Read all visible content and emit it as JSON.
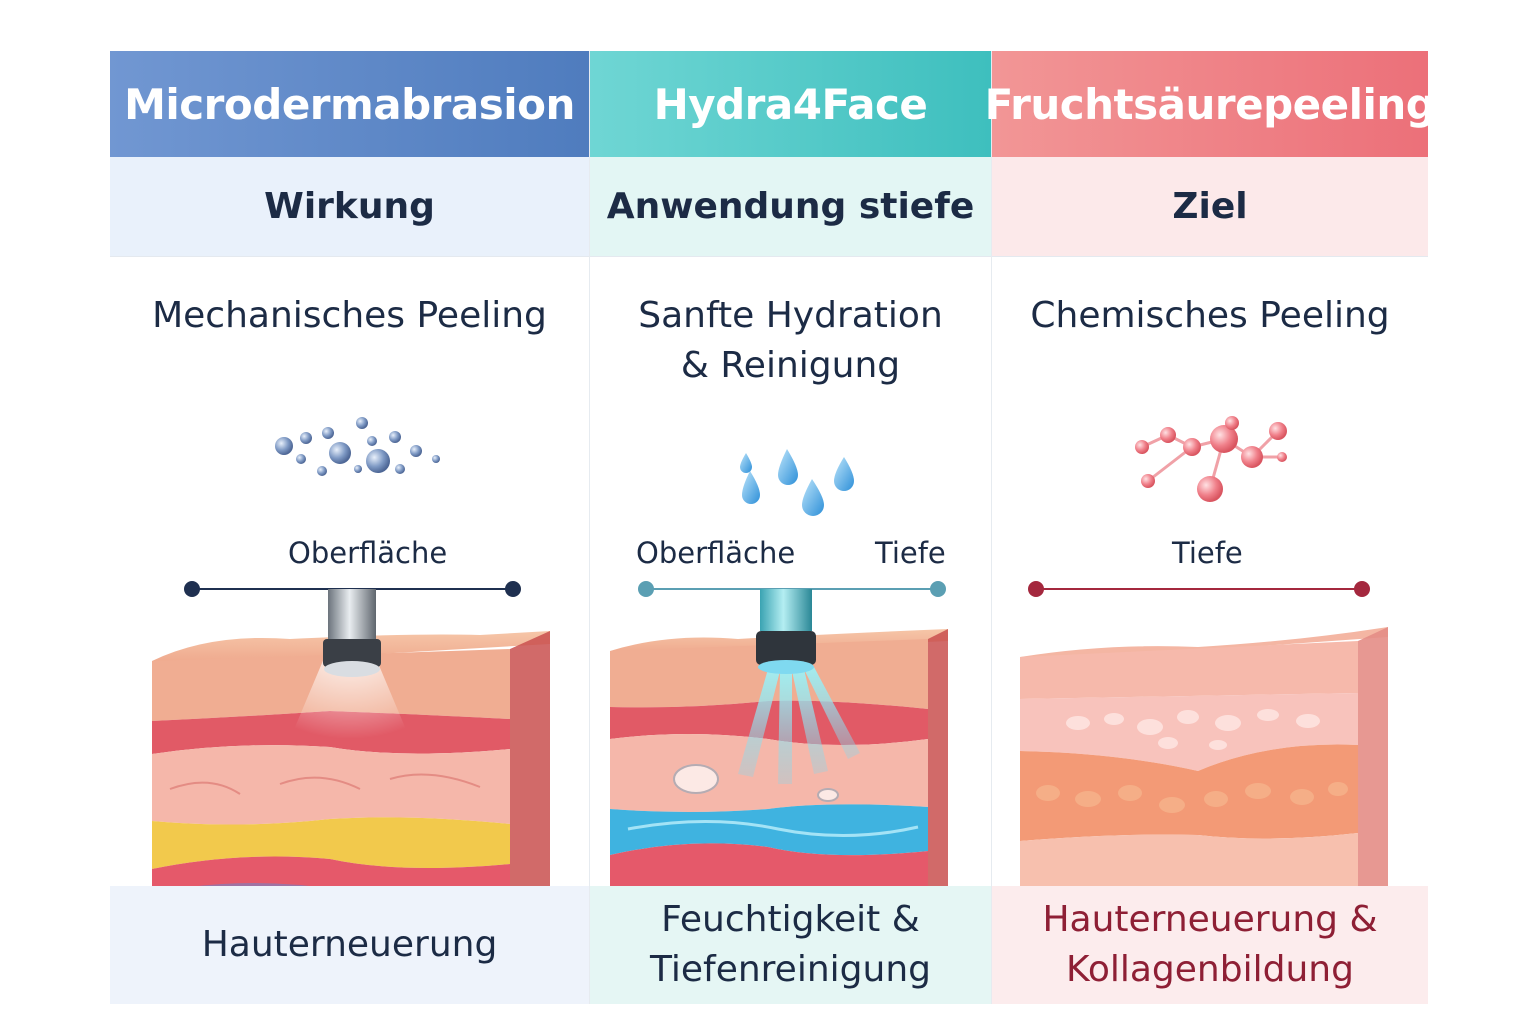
{
  "columns": [
    {
      "title": "Microdermabrasion",
      "subtitle": "Wirkung",
      "description": [
        "Mechanisches Peeling"
      ],
      "labels": [
        "Oberfläche"
      ],
      "result": [
        "Hauterneuerung"
      ]
    },
    {
      "title": "Hydra4Face",
      "subtitle": "Anwendung stiefe",
      "description": [
        "Sanfte Hydration",
        "& Reinigung"
      ],
      "labels": [
        "Oberfläche",
        "Tiefe"
      ],
      "result": [
        "Feuchtigkeit &",
        "Tiefenreinigung"
      ]
    },
    {
      "title": "Fruchtsäurepeeling",
      "subtitle": "Ziel",
      "description": [
        "Chemisches Peeling"
      ],
      "labels": [
        "Tiefe"
      ],
      "result": [
        "Hauterneuerung &",
        "Kollagenbildung"
      ]
    }
  ],
  "colors": {
    "micro": "#4f7cbe",
    "hydra": "#3ebfbe",
    "frucht": "#ec7079",
    "text_dark": "#1c2b45",
    "text_accent": "#8e1f35"
  },
  "icons": [
    "crystal-particles-icon",
    "water-drops-icon",
    "molecule-icon",
    "diamond-tip-handpiece-icon",
    "hydra-nozzle-handpiece-icon"
  ]
}
